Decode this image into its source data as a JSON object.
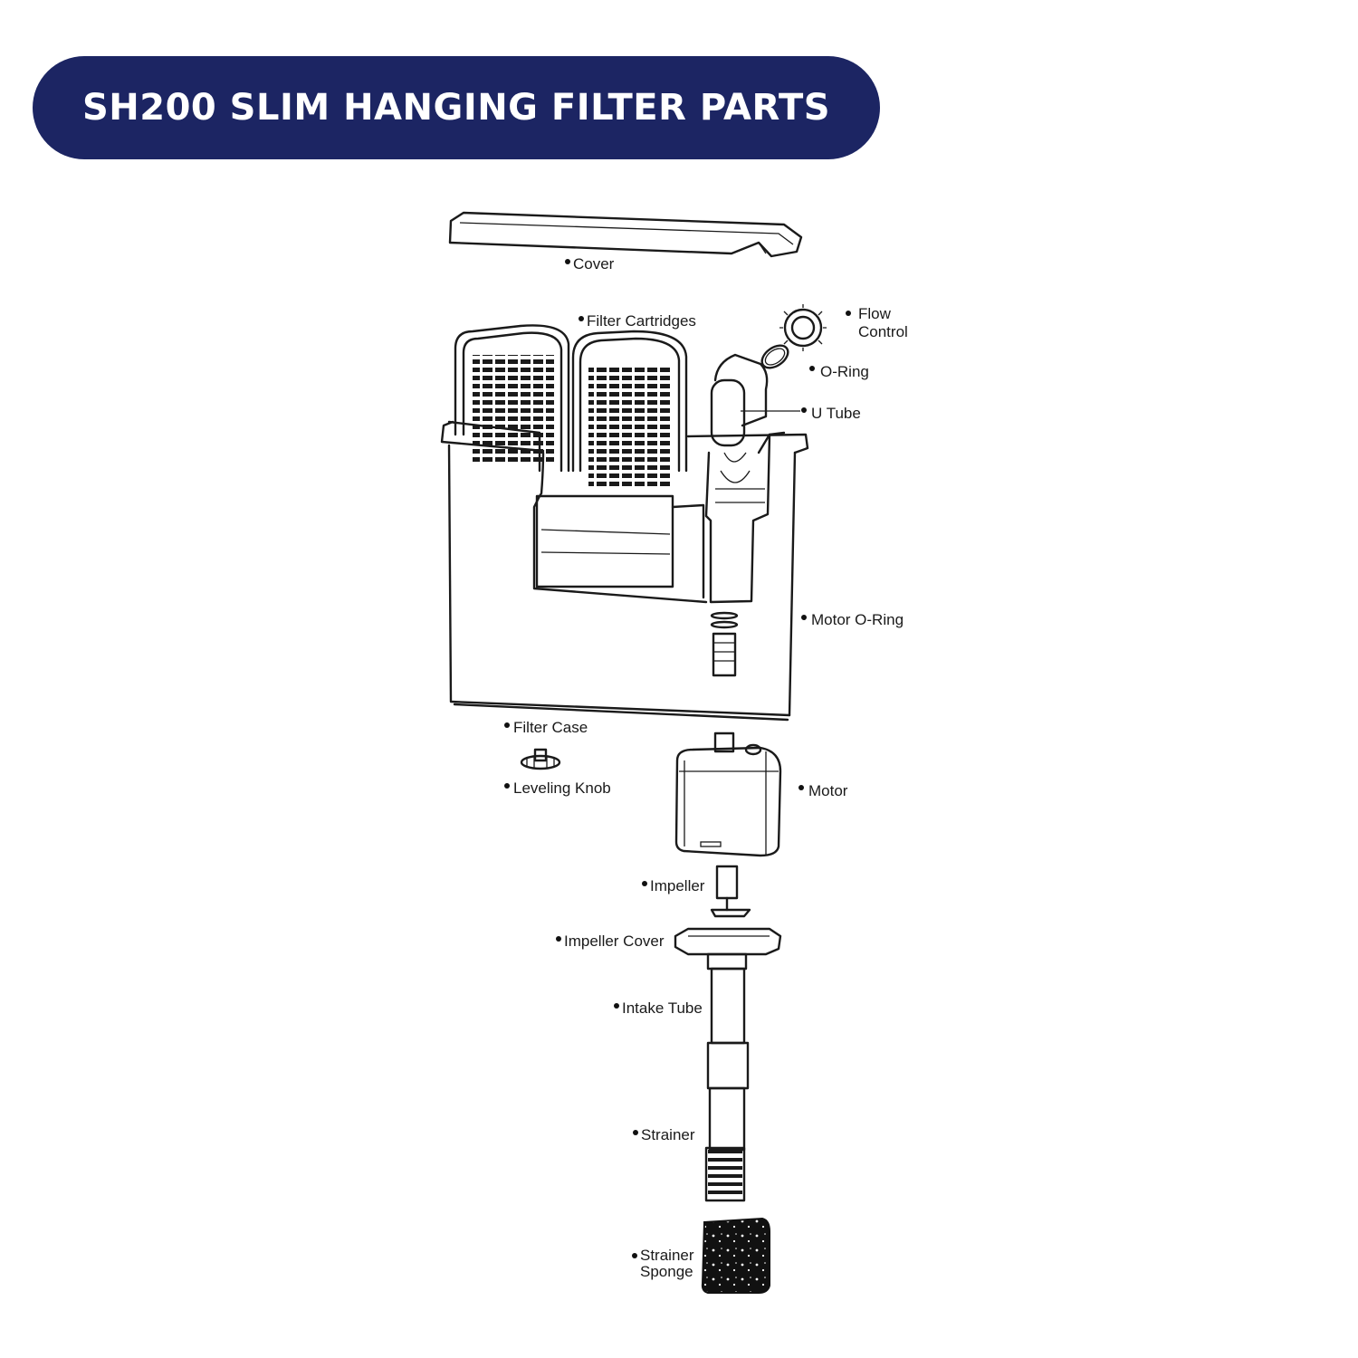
{
  "title": "SH200 SLIM HANGING FILTER PARTS",
  "colors": {
    "banner": "#1c2563",
    "banner_text": "#ffffff",
    "line": "#1a1a1a"
  },
  "parts": {
    "cover": "Cover",
    "filter_cartridges": "Filter Cartridges",
    "flow_control_1": "Flow",
    "flow_control_2": "Control",
    "o_ring": "O-Ring",
    "u_tube": "U Tube",
    "motor_o_ring": "Motor O-Ring",
    "filter_case": "Filter Case",
    "leveling_knob": "Leveling Knob",
    "motor": "Motor",
    "impeller": "Impeller",
    "impeller_cover": "Impeller Cover",
    "intake_tube": "Intake Tube",
    "strainer": "Strainer",
    "strainer_sponge_1": "Strainer",
    "strainer_sponge_2": "Sponge"
  }
}
